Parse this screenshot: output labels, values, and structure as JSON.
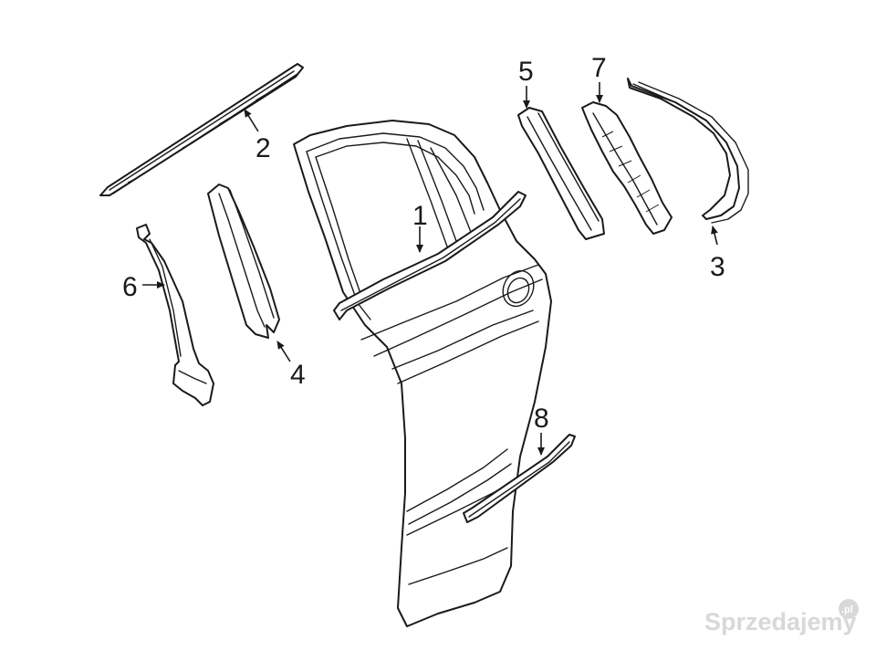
{
  "callouts": [
    {
      "id": "1",
      "label": "1"
    },
    {
      "id": "2",
      "label": "2"
    },
    {
      "id": "3",
      "label": "3"
    },
    {
      "id": "4",
      "label": "4"
    },
    {
      "id": "5",
      "label": "5"
    },
    {
      "id": "6",
      "label": "6"
    },
    {
      "id": "7",
      "label": "7"
    },
    {
      "id": "8",
      "label": "8"
    }
  ],
  "watermark": {
    "text": "Sprzedajemy",
    "badge": ".pl"
  },
  "colors": {
    "line": "#1a1a1a",
    "background": "#ffffff",
    "watermark": "#d8d8d8"
  }
}
